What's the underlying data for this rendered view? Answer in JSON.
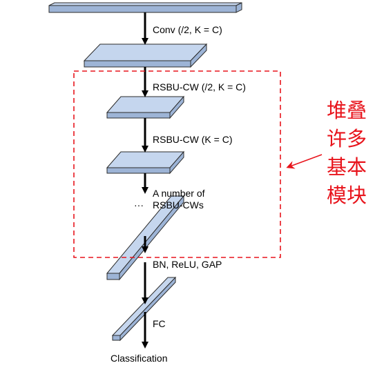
{
  "colors": {
    "block_face": "#c5d6ee",
    "block_side": "#9db4d6",
    "block_edge": "#2b2b2b",
    "arrow": "#000000",
    "annotation": "#e8141c"
  },
  "labels": {
    "conv": "Conv (/2, K = C)",
    "rsbu_stride": "RSBU-CW (/2, K = C)",
    "rsbu": "RSBU-CW (K = C)",
    "repeat_line1": "A number of",
    "repeat_ellipsis": "···",
    "repeat_line2": "RSBU-CWs",
    "bn_relu_gap": "BN, ReLU, GAP",
    "fc": "FC",
    "output": "Classification"
  },
  "annotation": {
    "lines": [
      "堆叠",
      "许多",
      "基本",
      "模块"
    ]
  }
}
